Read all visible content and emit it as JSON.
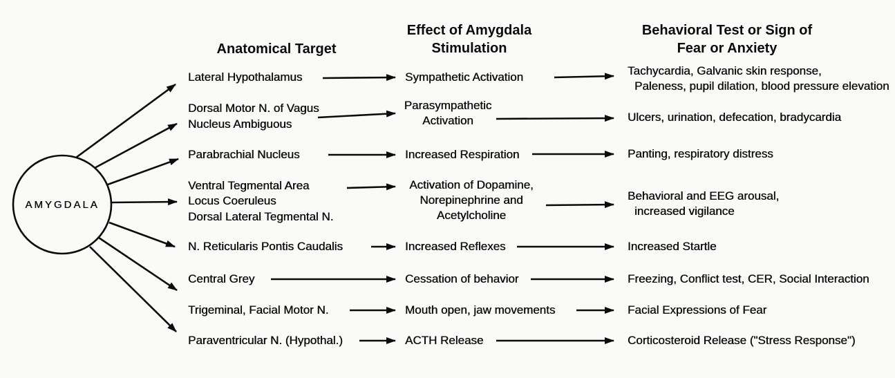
{
  "diagram": {
    "node_label": "AMYGDALA",
    "ink_color": "#0b0b0b",
    "background_color": "#fafaf8",
    "headers": {
      "target": "Anatomical Target",
      "effect_line1": "Effect of Amygdala",
      "effect_line2": "Stimulation",
      "behavior_line1": "Behavioral Test or Sign of",
      "behavior_line2": "Fear or Anxiety"
    },
    "rows": [
      {
        "target": [
          "Lateral Hypothalamus"
        ],
        "effect": [
          "Sympathetic Activation"
        ],
        "behavior": [
          "Tachycardia, Galvanic skin response,",
          "Paleness, pupil dilation, blood pressure elevation"
        ]
      },
      {
        "target": [
          "Dorsal Motor N. of Vagus",
          "Nucleus Ambiguous"
        ],
        "effect": [
          "Parasympathetic",
          "Activation"
        ],
        "behavior": [
          "Ulcers, urination, defecation, bradycardia"
        ]
      },
      {
        "target": [
          "Parabrachial Nucleus"
        ],
        "effect": [
          "Increased Respiration"
        ],
        "behavior": [
          "Panting, respiratory distress"
        ]
      },
      {
        "target": [
          "Ventral Tegmental Area",
          "Locus Coeruleus",
          "Dorsal Lateral Tegmental N."
        ],
        "effect": [
          "Activation of Dopamine,",
          "Norepinephrine and",
          "Acetylcholine"
        ],
        "behavior": [
          "Behavioral and EEG arousal,",
          "increased vigilance"
        ]
      },
      {
        "target": [
          "N. Reticularis Pontis Caudalis"
        ],
        "effect": [
          "Increased Reflexes"
        ],
        "behavior": [
          "Increased Startle"
        ]
      },
      {
        "target": [
          "Central Grey"
        ],
        "effect": [
          "Cessation of behavior"
        ],
        "behavior": [
          "Freezing, Conflict test, CER, Social Interaction"
        ]
      },
      {
        "target": [
          "Trigeminal, Facial Motor N."
        ],
        "effect": [
          "Mouth open, jaw movements"
        ],
        "behavior": [
          "Facial Expressions of Fear"
        ]
      },
      {
        "target": [
          "Paraventricular N. (Hypothal.)"
        ],
        "effect": [
          "ACTH Release"
        ],
        "behavior": [
          "Corticosteroid Release (\"Stress Response\")"
        ]
      }
    ]
  }
}
